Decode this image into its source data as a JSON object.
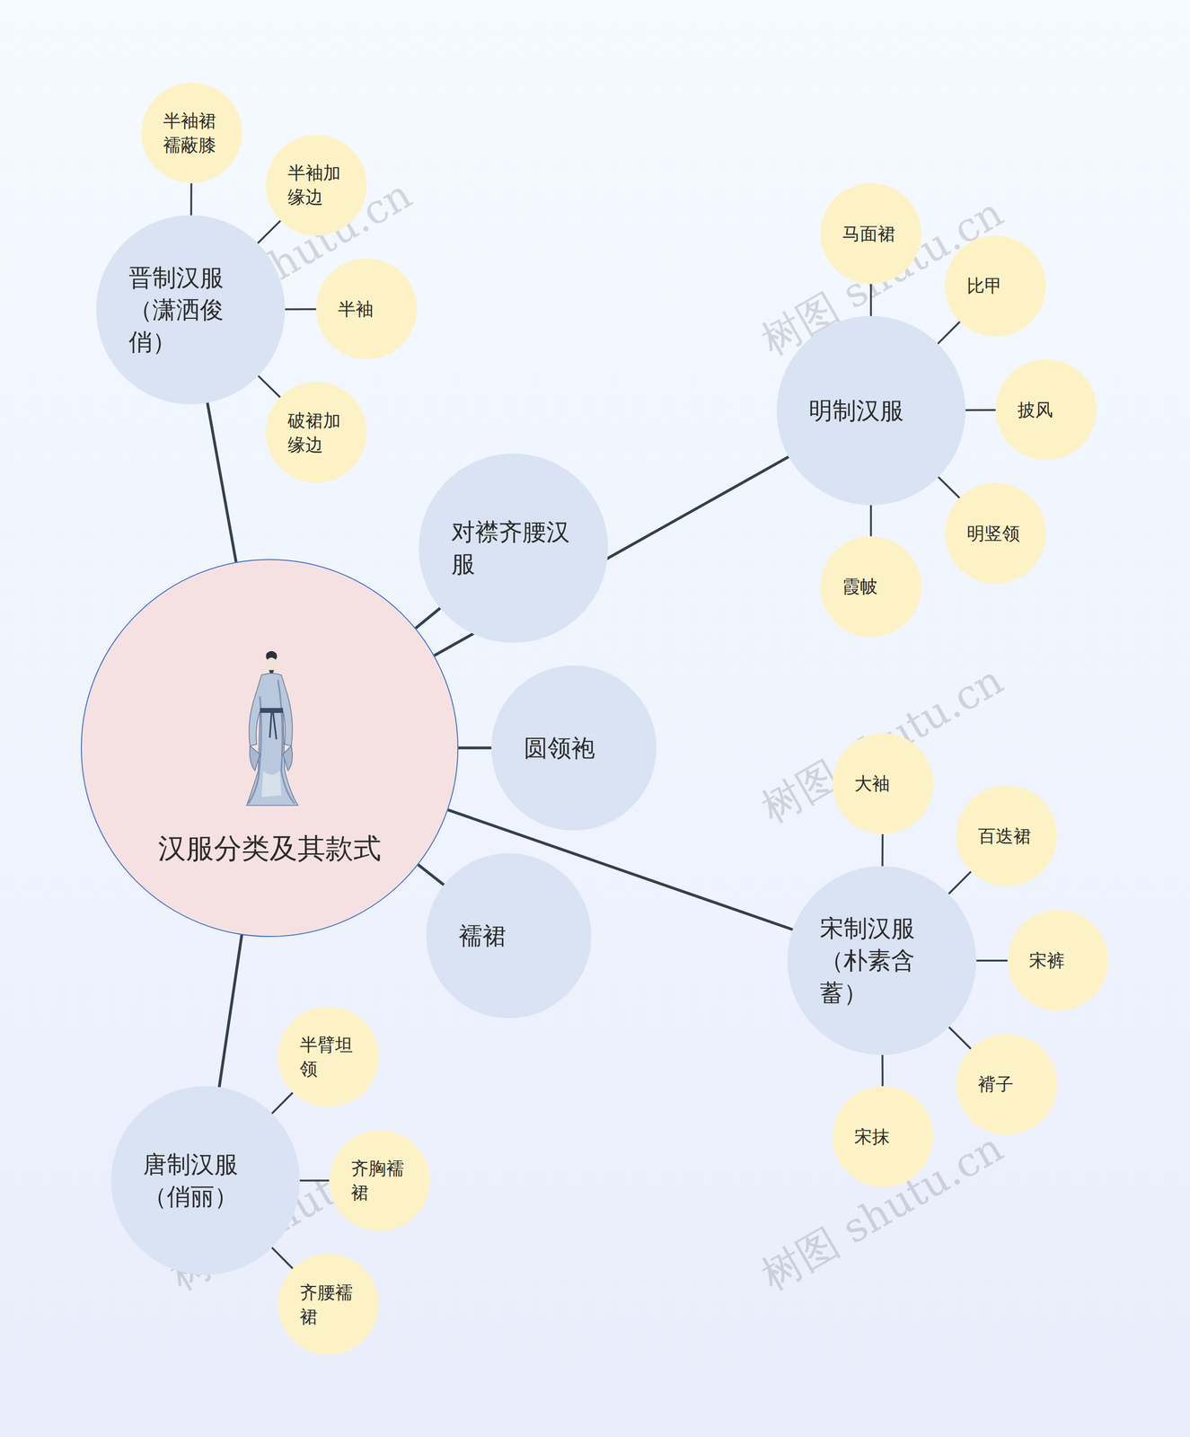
{
  "diagram": {
    "nodes": [
      {
        "text": [
          "汉服分类及其款式"
        ]
      },
      {
        "text": [
          "晋制汉服（潇洒俊俏）"
        ]
      },
      {
        "text": [
          "半袖裙襦蔽膝"
        ]
      },
      {
        "text": [
          "半袖加缘边"
        ]
      },
      {
        "text": [
          "半袖"
        ]
      },
      {
        "text": [
          "破裙加缘边"
        ]
      },
      {
        "text": [
          "对襟齐腰汉服"
        ]
      },
      {
        "text": [
          "明制汉服"
        ]
      },
      {
        "text": [
          "马面裙"
        ]
      },
      {
        "text": [
          "比甲"
        ]
      },
      {
        "text": [
          "披风"
        ]
      },
      {
        "text": [
          "明竖领"
        ]
      },
      {
        "text": [
          "霞帔"
        ]
      },
      {
        "text": [
          "圆领袍"
        ]
      },
      {
        "text": [
          "襦裙"
        ]
      },
      {
        "text": [
          "宋制汉服（朴素含蓄）"
        ]
      },
      {
        "text": [
          "大袖"
        ]
      },
      {
        "text": [
          "百迭裙"
        ]
      },
      {
        "text": [
          "宋裤"
        ]
      },
      {
        "text": [
          "褙子"
        ]
      },
      {
        "text": [
          "宋抹"
        ]
      },
      {
        "text": [
          "唐制汉服（俏丽）"
        ]
      },
      {
        "text": [
          "半臂坦领"
        ]
      },
      {
        "text": [
          "齐胸襦裙"
        ]
      },
      {
        "text": [
          "齐腰襦裙"
        ]
      }
    ],
    "edges": [
      {
        "from": 0,
        "to": 1,
        "arrow": "none"
      },
      {
        "from": 1,
        "to": 2,
        "arrow": "none"
      },
      {
        "from": 1,
        "to": 3,
        "arrow": "none"
      },
      {
        "from": 1,
        "to": 4,
        "arrow": "none"
      },
      {
        "from": 1,
        "to": 5,
        "arrow": "none"
      },
      {
        "from": 0,
        "to": 6,
        "arrow": "none"
      },
      {
        "from": 0,
        "to": 7,
        "arrow": "none"
      },
      {
        "from": 7,
        "to": 8,
        "arrow": "none"
      },
      {
        "from": 7,
        "to": 9,
        "arrow": "none"
      },
      {
        "from": 7,
        "to": 10,
        "arrow": "none"
      },
      {
        "from": 7,
        "to": 11,
        "arrow": "none"
      },
      {
        "from": 7,
        "to": 12,
        "arrow": "none"
      },
      {
        "from": 0,
        "to": 13,
        "arrow": "none"
      },
      {
        "from": 0,
        "to": 14,
        "arrow": "none"
      },
      {
        "from": 0,
        "to": 15,
        "arrow": "none"
      },
      {
        "from": 15,
        "to": 16,
        "arrow": "none"
      },
      {
        "from": 15,
        "to": 17,
        "arrow": "none"
      },
      {
        "from": 15,
        "to": 18,
        "arrow": "none"
      },
      {
        "from": 15,
        "to": 19,
        "arrow": "none"
      },
      {
        "from": 15,
        "to": 20,
        "arrow": "none"
      },
      {
        "from": 0,
        "to": 21,
        "arrow": "none"
      },
      {
        "from": 21,
        "to": 22,
        "arrow": "none"
      },
      {
        "from": 21,
        "to": 23,
        "arrow": "none"
      },
      {
        "from": 21,
        "to": 24,
        "arrow": "none"
      }
    ],
    "labels": [
      "树图 shutu.cn",
      "树图 shutu.cn",
      "树图 shutu.cn",
      "树图 shutu.cn",
      "树图 shutu.cn",
      "树图 shutu.cn"
    ]
  }
}
